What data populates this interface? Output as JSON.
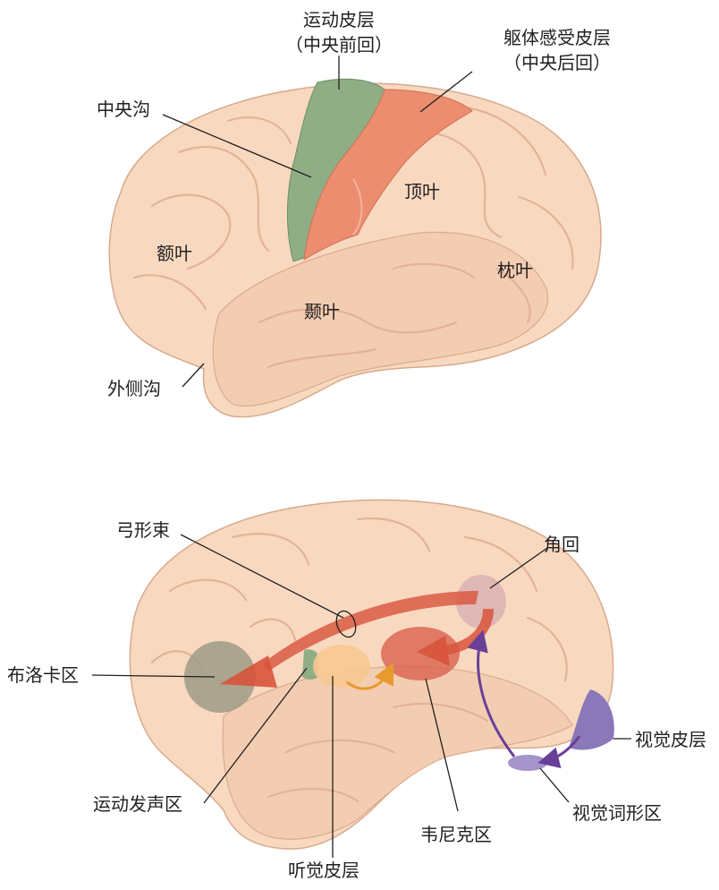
{
  "top": {
    "motor_cortex": "运动皮层",
    "motor_cortex_sub": "（中央前回）",
    "somatosensory": "躯体感受皮层",
    "somatosensory_sub": "（中央后回）",
    "central_sulcus": "中央沟",
    "parietal": "顶叶",
    "frontal": "额叶",
    "occipital": "枕叶",
    "temporal": "颞叶",
    "lateral_sulcus": "外侧沟"
  },
  "bottom": {
    "arcuate": "弓形束",
    "angular": "角回",
    "broca": "布洛卡区",
    "visual_cortex": "视觉皮层",
    "visual_word": "视觉词形区",
    "motor_speech": "运动发声区",
    "wernicke": "韦尼克区",
    "auditory": "听觉皮层"
  },
  "colors": {
    "brain_fill": "#f8d9c0",
    "brain_shadow": "#eab79a",
    "brain_outline": "#c99378",
    "motor": "#8fae85",
    "sensory": "#ec8d70",
    "broca": "#9e9a86",
    "wernicke": "#d9624d",
    "auditory": "#f7c890",
    "angular": "#dcb4b4",
    "visual": "#8b78b8",
    "arrow_red": "#d8533b",
    "arrow_orange": "#e89a2e",
    "arrow_purple": "#6a3f98"
  }
}
